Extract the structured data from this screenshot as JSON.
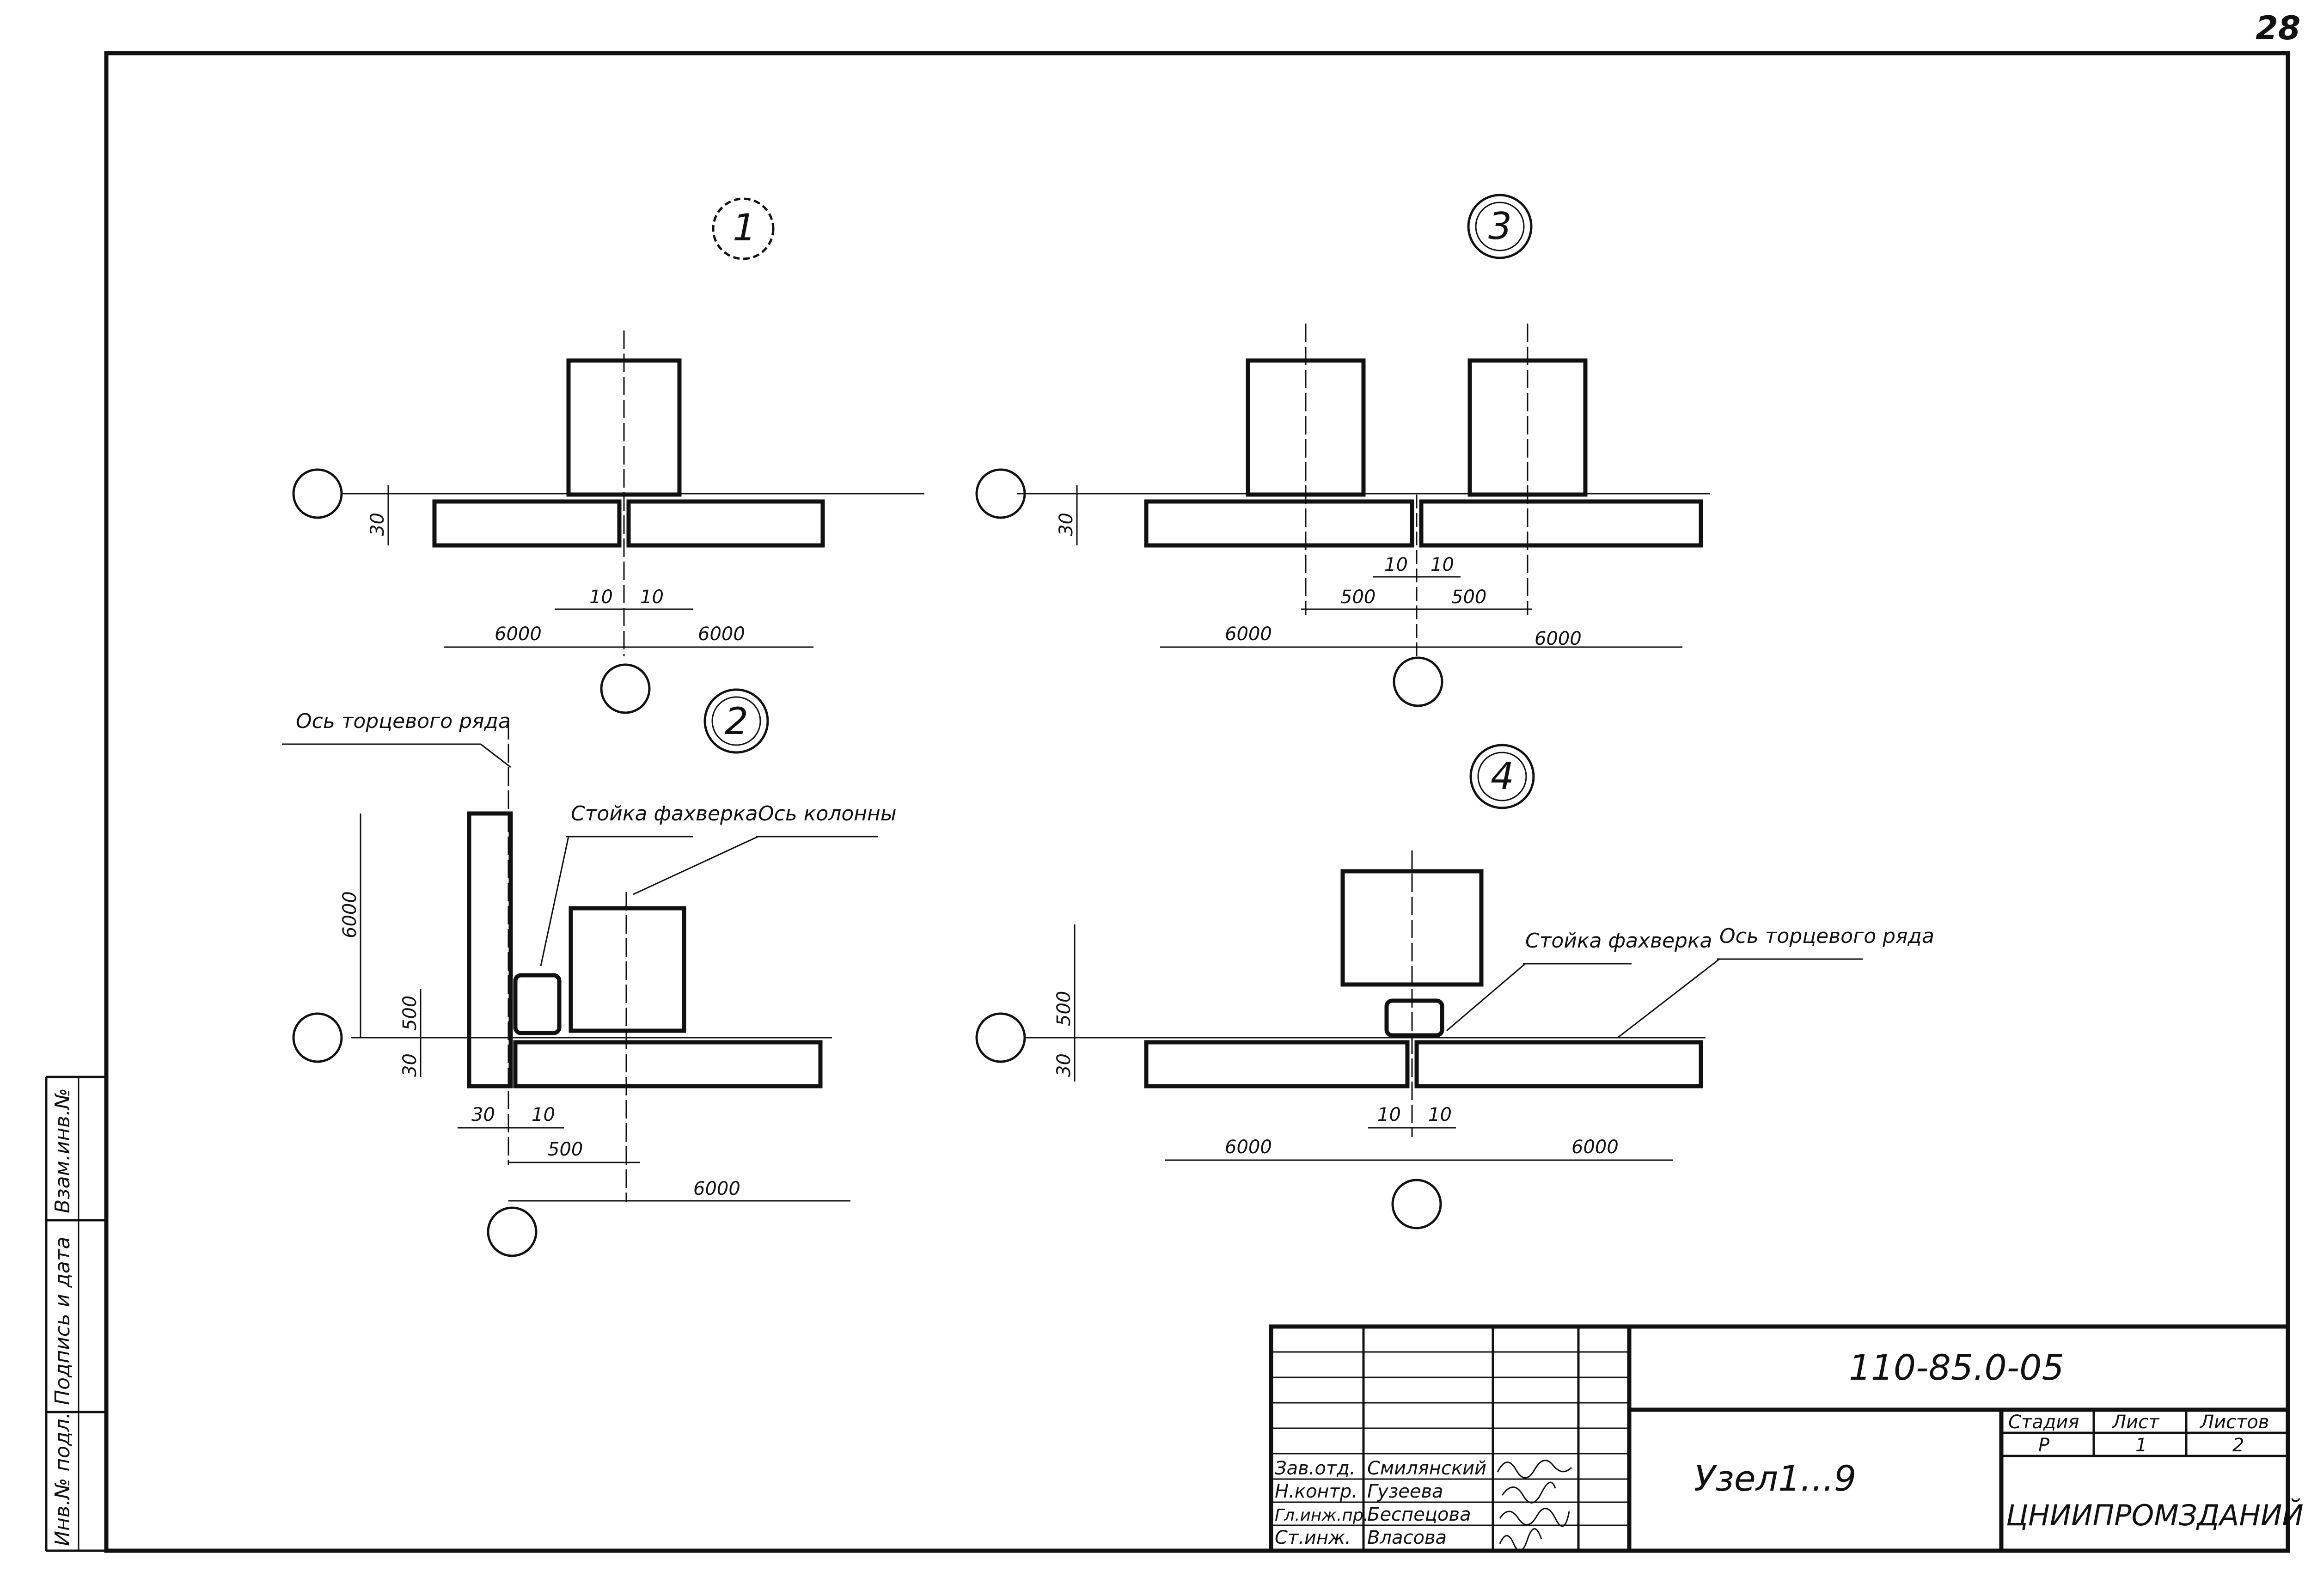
{
  "page_number": "28",
  "nodes": [
    {
      "id": "1",
      "dims": {
        "gap_left": "10",
        "gap_right": "10",
        "span_left": "6000",
        "span_right": "6000",
        "offset": "30"
      }
    },
    {
      "id": "2",
      "labels": {
        "end_row_axis": "Ось торцевого ряда",
        "post": "Стойка фахверка",
        "column_axis": "Ось колонны"
      },
      "dims": {
        "height": "6000",
        "offset_top": "500",
        "offset": "30",
        "wall": "30",
        "gap": "10",
        "to_column": "500",
        "span": "6000"
      }
    },
    {
      "id": "3",
      "dims": {
        "gap_left": "10",
        "gap_right": "10",
        "col_left": "500",
        "col_right": "500",
        "span_left": "6000",
        "span_right": "6000",
        "offset": "30"
      }
    },
    {
      "id": "4",
      "labels": {
        "post": "Стойка фахверка",
        "end_row_axis": "Ось торцевого ряда"
      },
      "dims": {
        "offset_top": "500",
        "offset": "30",
        "gap_left": "10",
        "gap_right": "10",
        "span_left": "6000",
        "span_right": "6000"
      }
    }
  ],
  "margin_stamp": {
    "col1": "Инв.№ подл.",
    "col2": "Подпись и дата",
    "col3": "Взам.инв.№"
  },
  "title_block": {
    "document_code": "110-85.0-05",
    "title": "Узел1...9",
    "stage_header": "Стадия",
    "sheet_header": "Лист",
    "sheets_header": "Листов",
    "stage": "Р",
    "sheet": "1",
    "sheets": "2",
    "organization": "ЦНИИПРОМЗДАНИЙ",
    "staff": [
      {
        "role": "Зав.отд.",
        "name": "Смилянский"
      },
      {
        "role": "Н.контр.",
        "name": "Гузеева"
      },
      {
        "role": "Гл.инж.пр.",
        "name": "Беспецова"
      },
      {
        "role": "Ст.инж.",
        "name": "Власова"
      }
    ]
  }
}
